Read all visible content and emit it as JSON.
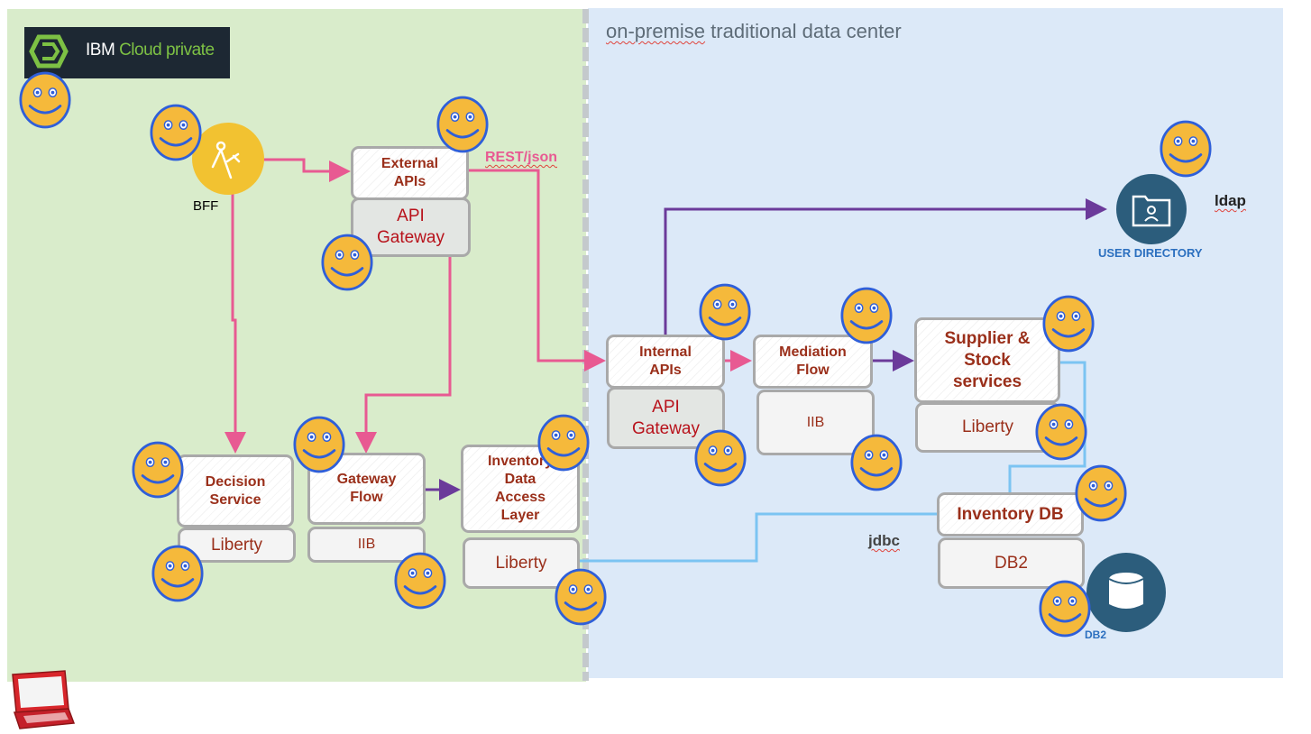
{
  "zones": {
    "cloud": {
      "color": "#d9eccb"
    },
    "onprem": {
      "title": "on-premise traditional data center",
      "color": "#dce9f8"
    }
  },
  "logo": {
    "brand": "IBM",
    "product": "Cloud private"
  },
  "bff": {
    "label": "BFF",
    "icon": "compass-icon",
    "color": "#f2c231"
  },
  "external_apis": {
    "title": "External\nAPIs"
  },
  "external_gateway": {
    "label": "API\nGateway"
  },
  "rest_label": "REST/json",
  "internal_apis": {
    "title": "Internal\nAPIs"
  },
  "internal_gateway": {
    "label": "API\nGateway"
  },
  "mediation_flow": {
    "title": "Mediation\nFlow",
    "runtime": "IIB"
  },
  "supplier_stock": {
    "title": "Supplier &\nStock\nservices",
    "runtime": "Liberty"
  },
  "user_directory": {
    "label": "USER DIRECTORY",
    "protocol": "ldap",
    "icon": "user-directory-icon",
    "color": "#2c5d7c"
  },
  "decision_service": {
    "title": "Decision\nService",
    "runtime": "Liberty"
  },
  "gateway_flow": {
    "title": "Gateway\nFlow",
    "runtime": "IIB"
  },
  "inventory_dal": {
    "title": "Inventory\nData\nAccess\nLayer",
    "runtime": "Liberty"
  },
  "inventory_db": {
    "title": "Inventory DB",
    "runtime": "DB2"
  },
  "jdbc_label": "jdbc",
  "db2_icon": {
    "label": "DB2",
    "icon": "database-icon",
    "color": "#2c5d7c"
  },
  "colors": {
    "pink_link": "#e85a92",
    "purple_link": "#6b3a9a",
    "blue_link": "#7bc4f2",
    "smiley_fill": "#f5b93b",
    "smiley_stroke": "#2f5fd9"
  }
}
